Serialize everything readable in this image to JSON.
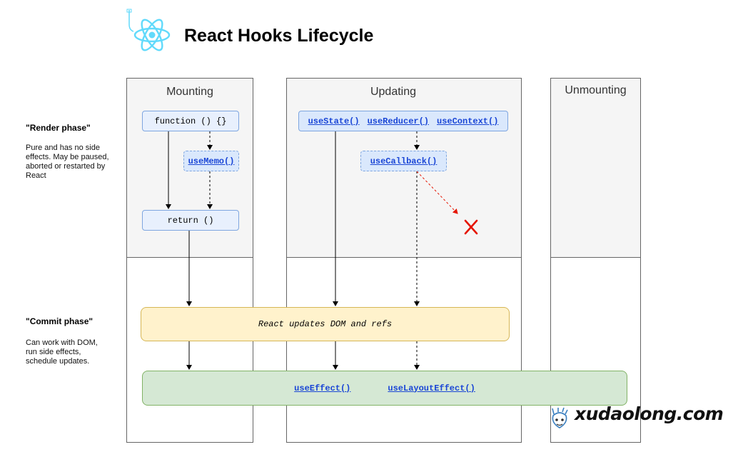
{
  "header": {
    "title": "React Hooks Lifecycle",
    "logo_icon": "react-atom-icon",
    "accent": "#61dafb"
  },
  "phases": {
    "render": {
      "title": "\"Render phase\"",
      "description": "Pure and has no side effects. May be paused, aborted or restarted by React"
    },
    "commit": {
      "title": "\"Commit phase\"",
      "description": "Can work with DOM, run side effects, schedule updates."
    }
  },
  "columns": {
    "mounting": "Mounting",
    "updating": "Updating",
    "unmounting": "Unmounting"
  },
  "mounting": {
    "function_node": "function () {}",
    "use_memo": "useMemo()",
    "return_node": "return ()"
  },
  "updating": {
    "hooks": [
      "useState()",
      "useReducer()",
      "useContext()"
    ],
    "use_callback": "useCallback()",
    "cancel_icon": "red-x-icon"
  },
  "commit": {
    "dom_band": "React updates DOM and refs",
    "effects": [
      "useEffect()",
      "useLayoutEffect()"
    ]
  },
  "watermark": {
    "text": "xudaolong.com",
    "icon": "cartoon-face-icon"
  },
  "colors": {
    "node_fill": "#dae8fc",
    "node_border": "#7ea6e0",
    "link": "#1a46d6",
    "dom_band": "#fff2cc",
    "effects_band": "#d5e8d4",
    "cancel": "#e51400"
  }
}
